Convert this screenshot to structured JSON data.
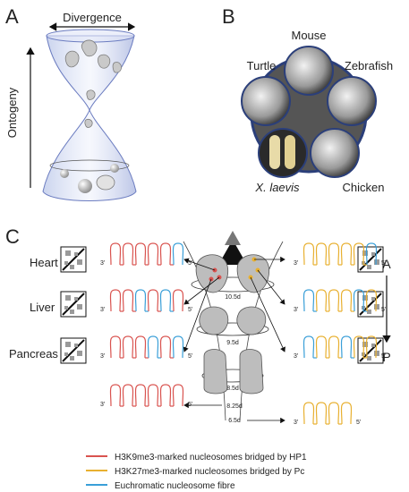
{
  "panels": {
    "a": {
      "letter": "A",
      "divergence_label": "Divergence",
      "ontogeny_label": "Ontogeny"
    },
    "b": {
      "letter": "B",
      "species": [
        "Mouse",
        "Zebrafish",
        "Chicken",
        "X. laevis",
        "Turtle"
      ]
    },
    "c": {
      "letter": "C",
      "tissues": [
        "Heart",
        "Liver",
        "Pancreas"
      ],
      "axis_top": "A",
      "axis_bottom": "P",
      "stages": [
        "10.5d",
        "9.5d",
        "8.5d",
        "8.25d",
        "6.5d"
      ],
      "end_3": "3'",
      "end_5": "5'",
      "legend": [
        {
          "label": "H3K9me3-marked nucleosomes bridged by HP1",
          "color": "#d9534f"
        },
        {
          "label": "H3K27me3-marked nucleosomes bridged by Pc",
          "color": "#e8b030"
        },
        {
          "label": "Euchromatic nucleosome fibre",
          "color": "#3a9fd8"
        }
      ]
    }
  },
  "colors": {
    "hp1": "#d9534f",
    "pc": "#e8b030",
    "euchromatin": "#3a9fd8",
    "hourglass": "#b9c4e8",
    "embryo": "#8c8c8c"
  }
}
